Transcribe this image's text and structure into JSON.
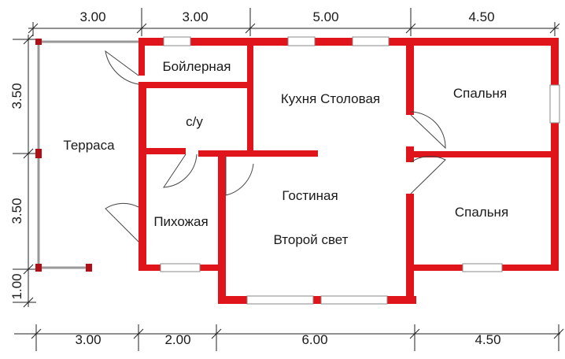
{
  "dimensions": {
    "top": [
      "3.00",
      "3.00",
      "5.00",
      "4.50"
    ],
    "bottom": [
      "3.00",
      "2.00",
      "6.00",
      "4.50"
    ],
    "left": [
      "3.50",
      "3.50",
      "1.00"
    ]
  },
  "rooms": {
    "boiler": "Бойлерная",
    "bathroom": "с/у",
    "kitchen": "Кухня Столовая",
    "bedroom_1": "Спальня",
    "terrace": "Терраса",
    "living": "Гостиная",
    "hall": "Пихожая",
    "second_light": "Второй свет",
    "bedroom_2": "Спальня"
  },
  "colors": {
    "wall": "#e0141b",
    "text": "#1a1a1a"
  }
}
